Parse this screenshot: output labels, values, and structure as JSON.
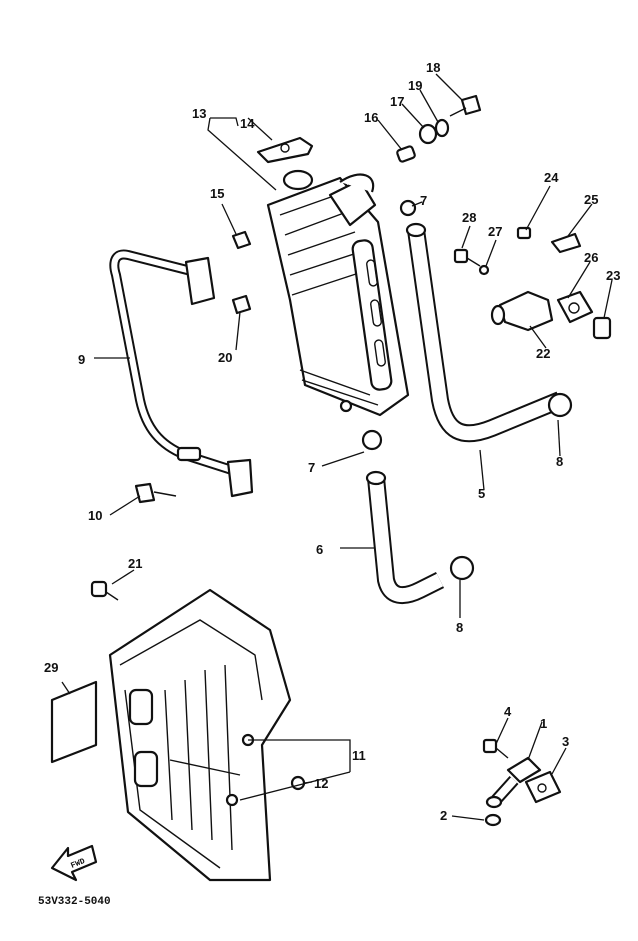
{
  "diagram": {
    "part_code": "53V332-5040",
    "fwd_arrow_label": "FWD",
    "callouts": {
      "c1": "1",
      "c2": "2",
      "c3": "3",
      "c4": "4",
      "c5": "5",
      "c6": "6",
      "c7a": "7",
      "c7b": "7",
      "c8a": "8",
      "c8b": "8",
      "c9": "9",
      "c10": "10",
      "c11": "11",
      "c12": "12",
      "c13": "13",
      "c14": "14",
      "c15": "15",
      "c16": "16",
      "c17": "17",
      "c18": "18",
      "c19": "19",
      "c20": "20",
      "c21": "21",
      "c22": "22",
      "c23": "23",
      "c24": "24",
      "c25": "25",
      "c26": "26",
      "c27": "27",
      "c28": "28",
      "c29": "29"
    }
  }
}
